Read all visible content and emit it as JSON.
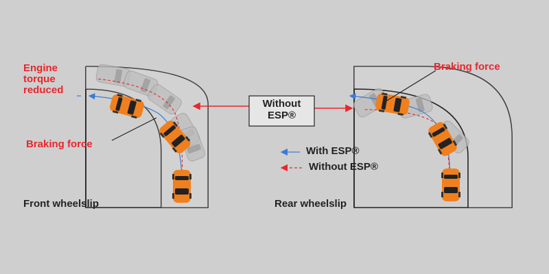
{
  "labels": {
    "engine_torque": [
      "Engine",
      "torque",
      "reduced"
    ],
    "braking_force_left": "Braking force",
    "braking_force_right": "Braking force",
    "front_wheelslip": "Front wheelslip",
    "rear_wheelslip": "Rear wheelslip",
    "center_box": [
      "Without",
      "ESP®"
    ]
  },
  "legend": {
    "with_esp": "With ESP®",
    "without_esp": "Without ESP®"
  },
  "colors": {
    "background": "#cfcfcf",
    "road_outline": "#222222",
    "road_fill": "#d9d9d9",
    "car_body": "#f0801e",
    "car_glass": "#222222",
    "ghost_car": "#b9b9b9",
    "label_red": "#e8262c",
    "arrow_blue": "#3a7bd5",
    "arrow_red": "#e8262c"
  }
}
